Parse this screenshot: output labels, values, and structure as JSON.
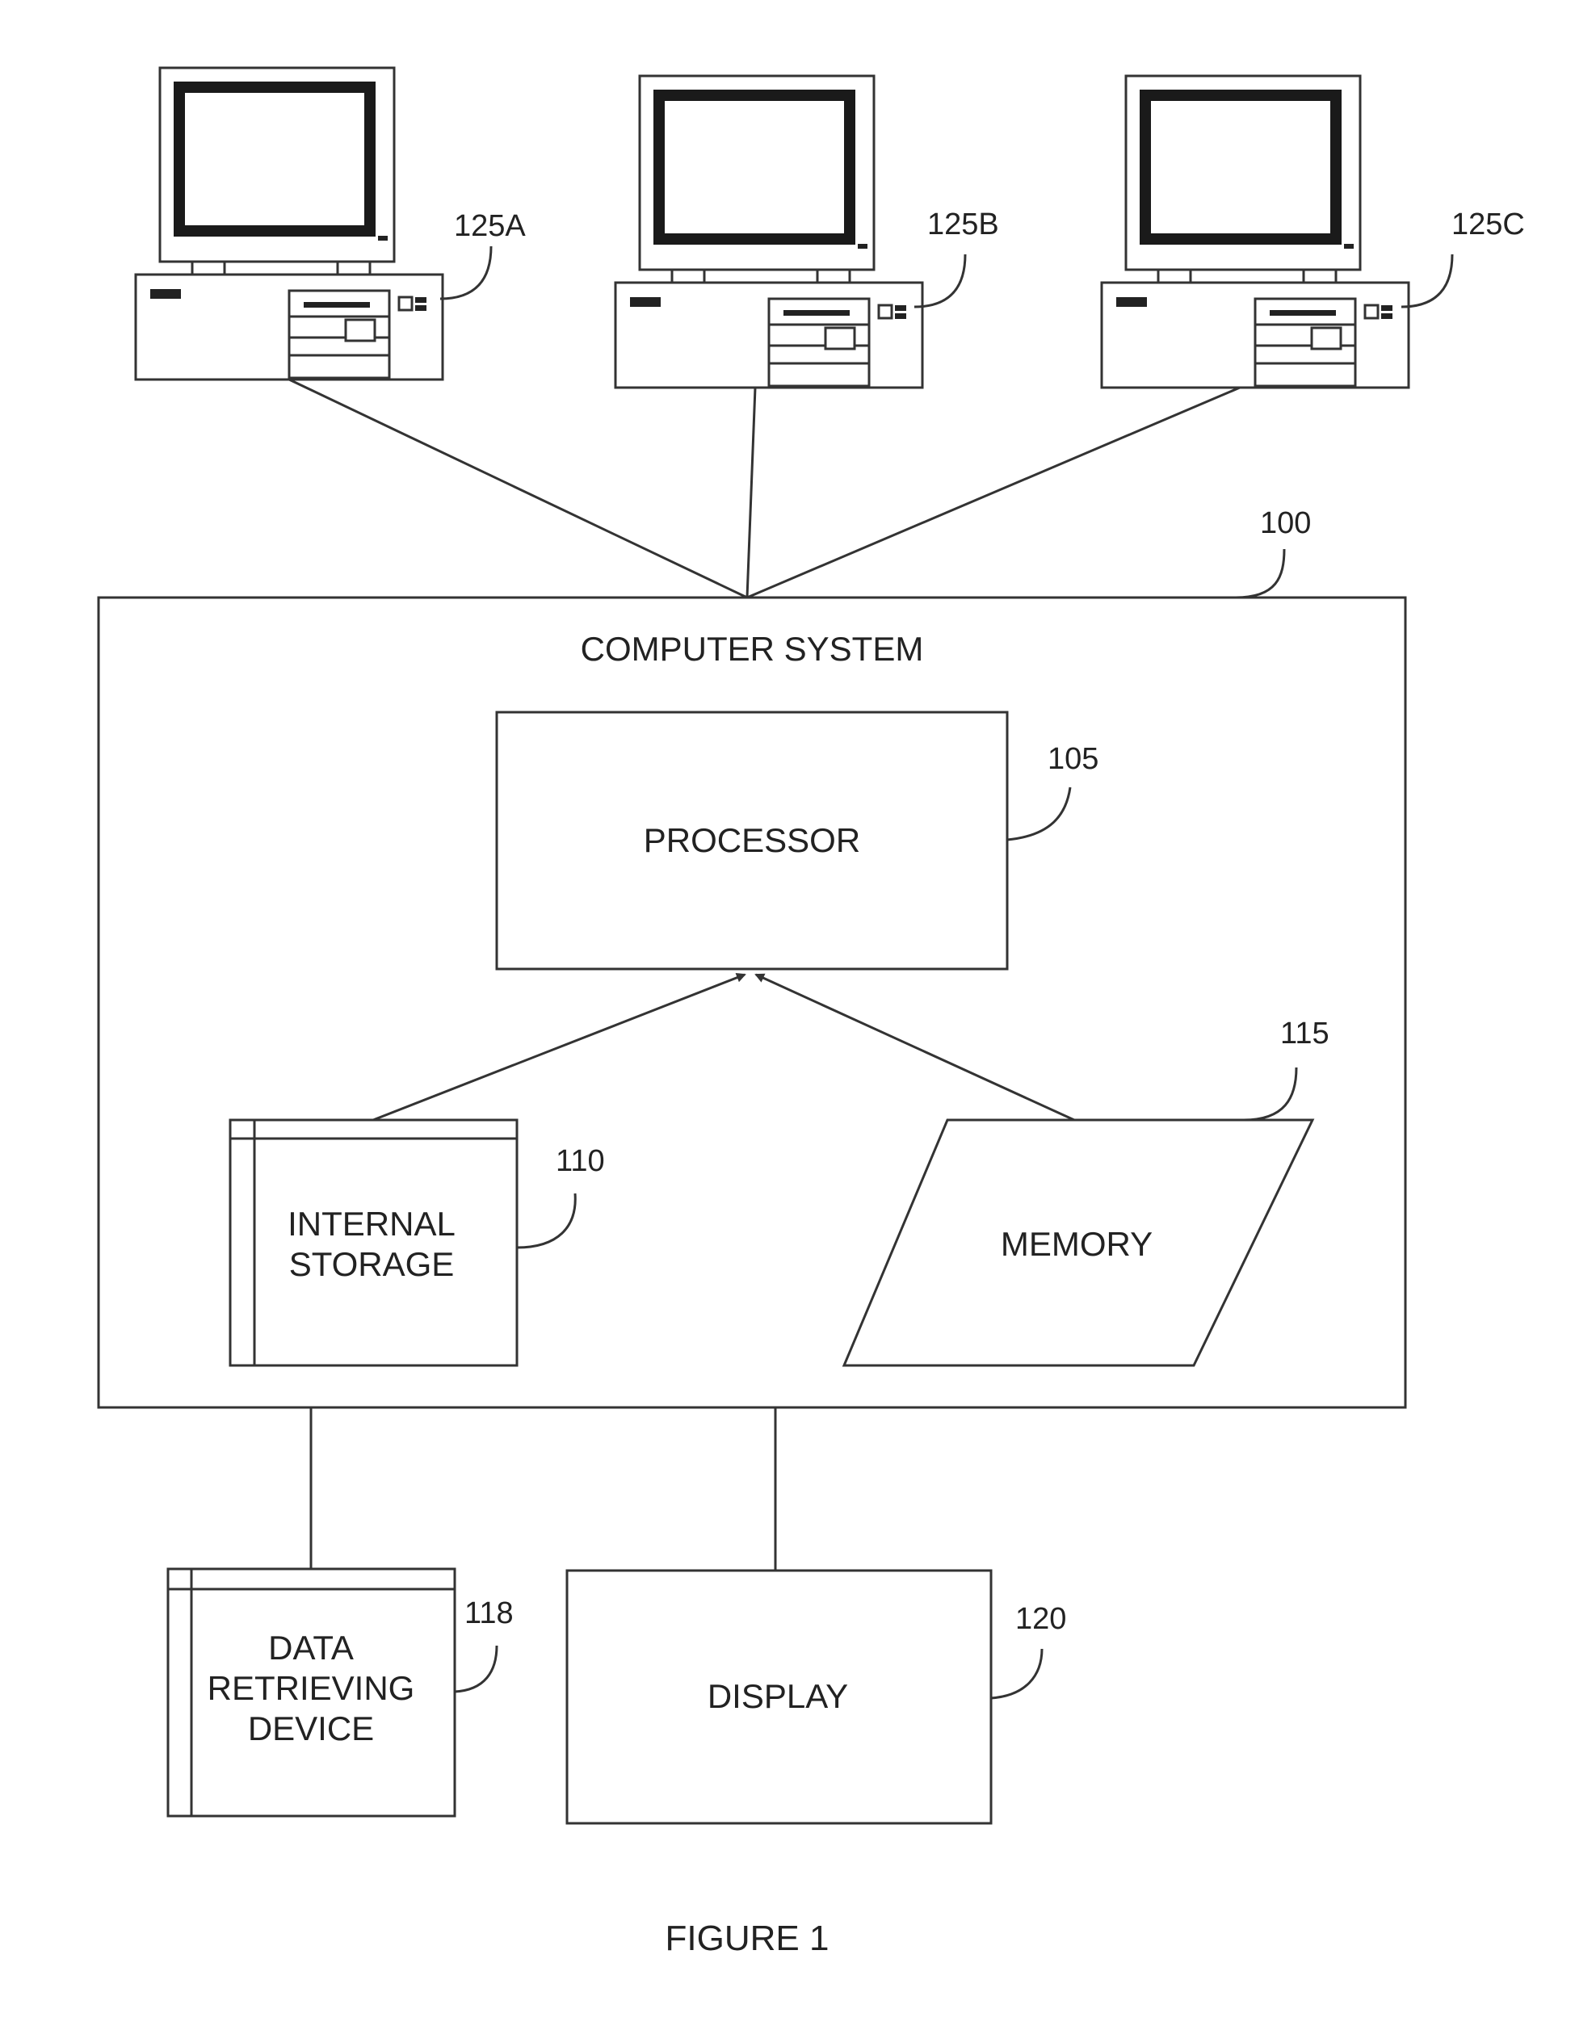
{
  "figure": {
    "caption": "FIGURE 1",
    "computer_system": {
      "label": "COMPUTER SYSTEM",
      "ref": "100"
    },
    "processor": {
      "label": "PROCESSOR",
      "ref": "105"
    },
    "internal_storage": {
      "label_line1": "INTERNAL",
      "label_line2": "STORAGE",
      "ref": "110"
    },
    "memory": {
      "label": "MEMORY",
      "ref": "115"
    },
    "data_retrieving_device": {
      "label_line1": "DATA",
      "label_line2": "RETRIEVING",
      "label_line3": "DEVICE",
      "ref": "118"
    },
    "display": {
      "label": "DISPLAY",
      "ref": "120"
    },
    "client_computers": [
      {
        "ref": "125A",
        "icon": "desktop-computer-icon"
      },
      {
        "ref": "125B",
        "icon": "desktop-computer-icon"
      },
      {
        "ref": "125C",
        "icon": "desktop-computer-icon"
      }
    ]
  }
}
